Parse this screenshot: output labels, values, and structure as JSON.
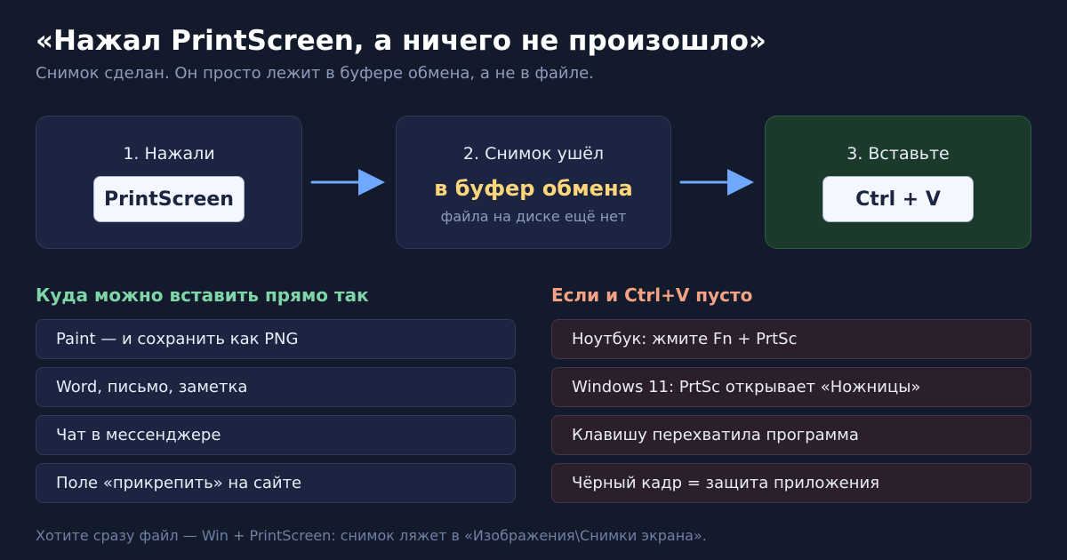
{
  "header": {
    "title": "«Нажал PrintScreen, а ничего не произошло»",
    "subtitle": "Снимок сделан. Он просто лежит в буфере обмена, а не в файле."
  },
  "steps": [
    {
      "label": "1. Нажали",
      "key": "PrintScreen"
    },
    {
      "label": "2. Снимок ушёл",
      "highlight": "в буфер обмена",
      "note": "файла на диске ещё нет"
    },
    {
      "label": "3. Вставьте",
      "key": "Ctrl + V"
    }
  ],
  "left_column": {
    "title": "Куда можно вставить прямо так",
    "items": [
      "Paint — и сохранить как PNG",
      "Word, письмо, заметка",
      "Чат в мессенджере",
      "Поле «прикрепить» на сайте"
    ]
  },
  "right_column": {
    "title": "Если и Ctrl+V пусто",
    "items": [
      "Ноутбук: жмите Fn + PrtSc",
      "Windows 11: PrtSc открывает «Ножницы»",
      "Клавишу перехватила программа",
      "Чёрный кадр = защита приложения"
    ]
  },
  "footer": "Хотите сразу файл — Win + PrintScreen: снимок ляжет в «Изображения\\Снимки экрана».",
  "icons": {
    "step_arrow": "arrow-right-icon"
  },
  "colors": {
    "background": "#131a2b",
    "card": "#1b2541",
    "card_success": "#1c3a2c",
    "card_warning": "#2a1f2b",
    "accent_arrow": "#6ea8ff",
    "highlight": "#ffd77a",
    "left_title": "#7fd4a8",
    "right_title": "#f3a283"
  }
}
